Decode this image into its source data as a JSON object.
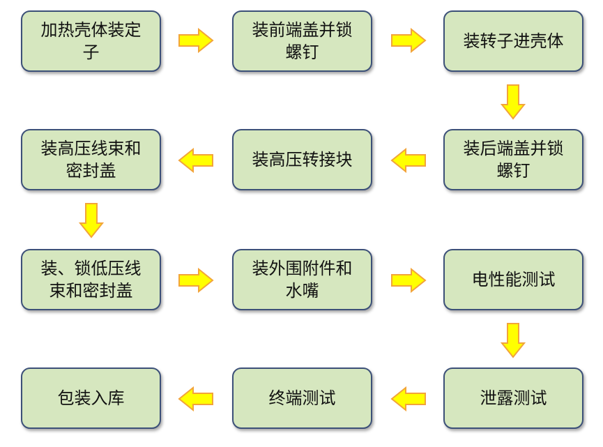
{
  "steps": [
    "加热壳体装定子",
    "装前端盖并锁螺钉",
    "装转子进壳体",
    "装后端盖并锁螺钉",
    "装高压转接块",
    "装高压线束和密封盖",
    "装、锁低压线束和密封盖",
    "装外围附件和水嘴",
    "电性能测试",
    "泄露测试",
    "终端测试",
    "包装入库"
  ],
  "colors": {
    "box_fill": "#d6e7bf",
    "box_border": "#3c5078",
    "arrow_fill": "#ffff00",
    "arrow_stroke": "#f2a43a"
  }
}
